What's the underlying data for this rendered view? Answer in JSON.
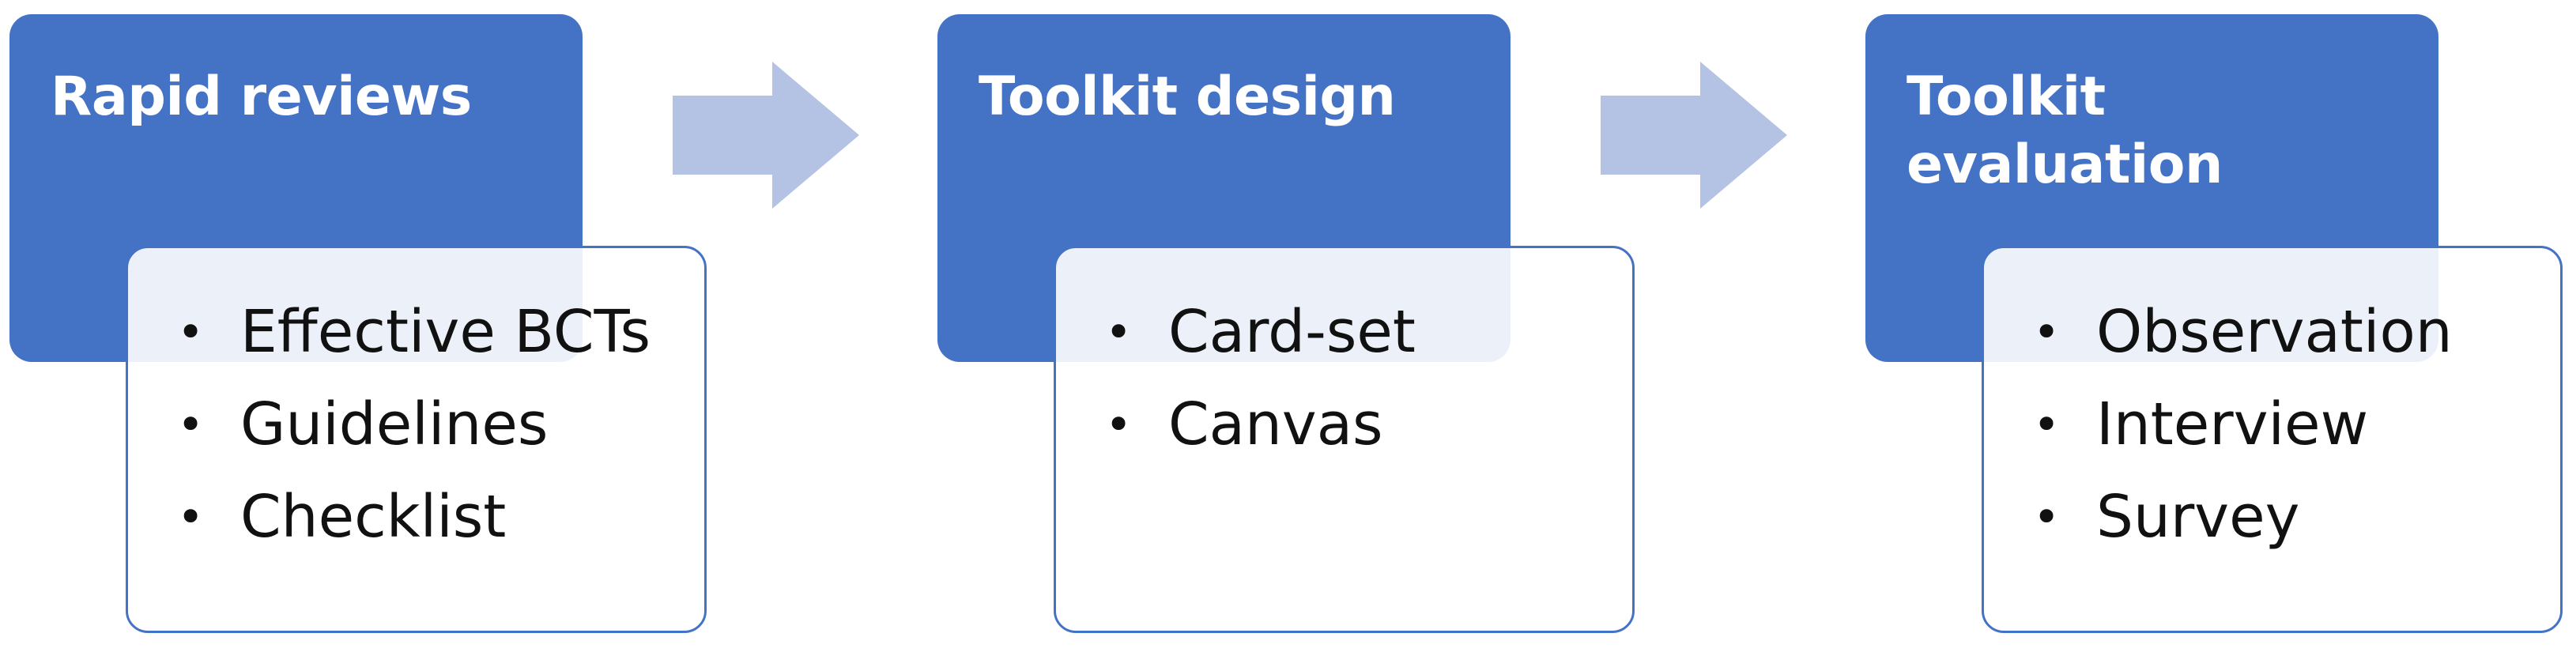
{
  "stages": [
    {
      "title": "Rapid reviews",
      "items": [
        "Effective BCTs",
        "Guidelines",
        "Checklist"
      ]
    },
    {
      "title": "Toolkit design",
      "items": [
        "Card-set",
        "Canvas"
      ]
    },
    {
      "title": "Toolkit\nevaluation",
      "items": [
        "Observation",
        "Interview",
        "Survey"
      ]
    }
  ],
  "bullet_char": "•",
  "colors": {
    "header_fill": "#4472c4",
    "arrow_fill": "#b4c3e4",
    "detail_border": "#4472c4",
    "text_dark": "#111111",
    "text_light": "#ffffff"
  }
}
